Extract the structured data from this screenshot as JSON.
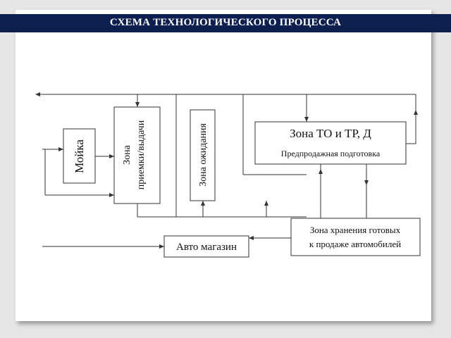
{
  "header": {
    "title": "СХЕМА ТЕХНОЛОГИЧЕСКОГО ПРОЦЕССА"
  },
  "diagram": {
    "moyka": "Мойка",
    "priemka_line1": "Зона",
    "priemka_line2": "приемки/выдачи",
    "ozhidanie": "Зона ожидания",
    "to_title": "Зона ТО и ТР, Д",
    "to_subtitle": "Предпродажная подготовка",
    "storage_line1": "Зона хранения готовых",
    "storage_line2": "к продаже автомобилей",
    "shop": "Авто магазин"
  },
  "colors": {
    "header_bg": "#0c1f4f",
    "header_text": "#ffffff",
    "line": "#333333"
  }
}
